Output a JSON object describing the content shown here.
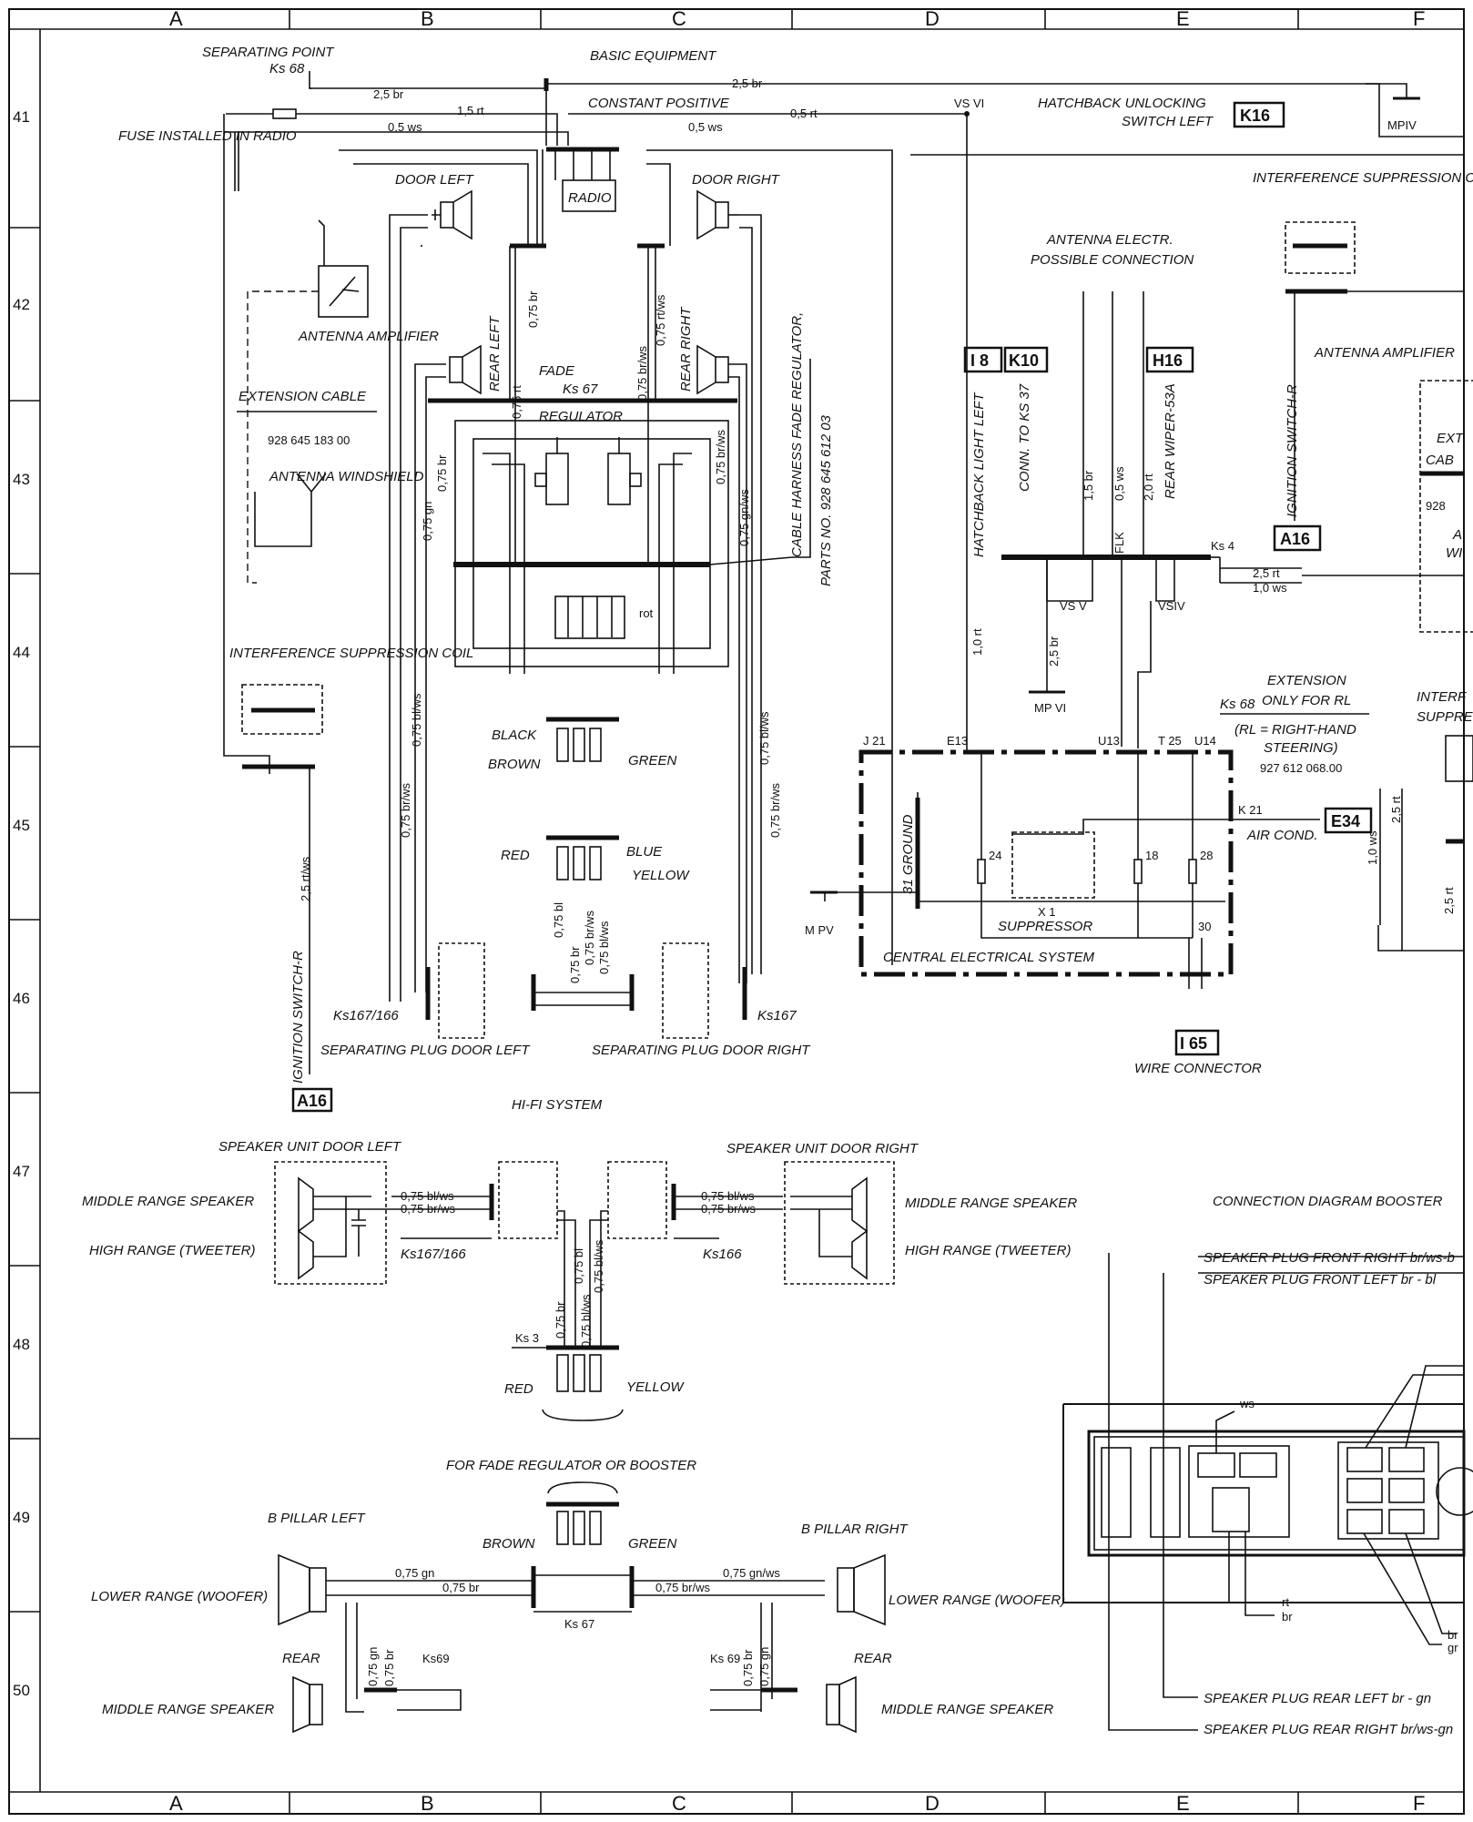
{
  "grid": {
    "columns": [
      "A",
      "B",
      "C",
      "D",
      "E",
      "F"
    ],
    "rows": [
      "41",
      "42",
      "43",
      "44",
      "45",
      "46",
      "47",
      "48",
      "49",
      "50"
    ]
  },
  "top": {
    "separating_point": "SEPARATING POINT",
    "ks68": "Ks 68",
    "basic_equipment": "BASIC EQUIPMENT",
    "constant_positive": "CONSTANT POSITIVE",
    "fuse_in_radio": "FUSE INSTALLED IN RADIO",
    "hatchback_unlocking": "HATCHBACK UNLOCKING",
    "switch_left": "SWITCH LEFT",
    "vsvi": "VS VI",
    "mpiv": "MPIV",
    "w_25br": "2,5 br",
    "w_15rt": "1,5 rt",
    "w_05ws": "0,5 ws",
    "w_25br_long": "2,5 br",
    "w_05ws_r": "0,5 ws",
    "w_05rt": "0,5 rt"
  },
  "radio_section": {
    "radio": "RADIO",
    "door_left": "DOOR LEFT",
    "door_right": "DOOR RIGHT",
    "antenna_amplifier": "ANTENNA AMPLIFIER",
    "extension_cable": "EXTENSION CABLE",
    "part_no": "928 645 183 00",
    "antenna_windshield": "ANTENNA WINDSHIELD",
    "interference_coil": "INTERFERENCE SUPPRESSION  COIL",
    "ignition_switch_r": "IGNITION SWITCH-R",
    "w_25rtws": "2,5 rt/ws",
    "rear_left": "REAR LEFT",
    "rear_right": "REAR RIGHT",
    "fade": "FADE",
    "ks67": "Ks 67",
    "regulator": "REGULATOR",
    "cable_harness": "CABLE HARNESS FADE REGULATOR,",
    "parts_no": "PARTS NO. 928 645 612 03",
    "rot": "rot",
    "black": "BLACK",
    "brown": "BROWN",
    "green": "GREEN",
    "red": "RED",
    "blue": "BLUE",
    "yellow": "YELLOW",
    "w_075br": "0,75 br",
    "w_075rt": "0,75 rt",
    "w_075gn": "0,75 gn",
    "w_075blws": "0,75 bl/ws",
    "w_075brws": "0,75 br/ws",
    "w_075rtws": "0,75 rt/ws",
    "w_075gnws": "0,75 gn/ws",
    "w_075bl": "0,75 bl",
    "ks167_166": "Ks167/166",
    "ks167": "Ks167",
    "sep_plug_left": "SEPARATING PLUG DOOR LEFT",
    "sep_plug_right": "SEPARATING PLUG  DOOR RIGHT",
    "a16": "A16"
  },
  "right_section": {
    "interference_coil": "INTERFERENCE SUPPRESSION COIL",
    "antenna_electr": "ANTENNA ELECTR.",
    "possible_connection": "POSSIBLE CONNECTION",
    "antenna_amplifier": "ANTENNA AMPLIFIER",
    "i8": "I 8",
    "k10": "K10",
    "h16": "H16",
    "k16": "K16",
    "hatchback_light_left": "HATCHBACK LIGHT LEFT",
    "conn_ks37": "CONN. TO KS 37",
    "rear_wiper": "REAR WIPER-53A",
    "ignition_switch_r": "IGNITION SWITCH-R",
    "a16": "A16",
    "flk": "FLK",
    "w_15br": "1,5 br",
    "w_05ws": "0,5 ws",
    "w_20rt": "2,0 rt",
    "ks4": "Ks 4",
    "w_25rt": "2,5 rt",
    "w_10ws": "1,0 ws",
    "vsv": "VS V",
    "vsiv": "VSIV",
    "w_25br": "2,5 br",
    "mpvi": "MP VI",
    "w_10rt": "1,0 rt",
    "extension": "EXTENSION",
    "only_rl": "ONLY FOR RL",
    "ks68": "Ks 68",
    "rl_note1": "(RL = RIGHT-HAND",
    "rl_note2": "STEERING)",
    "part_no": "927 612 068.00",
    "j21": "J 21",
    "e13": "E13",
    "u13": "U13",
    "t25": "T 25",
    "u14": "U14",
    "k21": "K 21",
    "e34": "E34",
    "air_cond": "AIR COND.",
    "ground": "31 GROUND",
    "mpv": "M PV",
    "pin24": "24",
    "pin18": "18",
    "pin28": "28",
    "pin30": "30",
    "x1": "X 1",
    "suppressor": "SUPPRESSOR",
    "central": "CENTRAL ELECTRICAL SYSTEM",
    "i65": "I 65",
    "wire_connector": "WIRE CONNECTOR",
    "w_10ws_v": "1,0 ws",
    "w_25rt_v": "2,5 rt",
    "w_25rt_v2": "2,5 rt",
    "ext_trunc": "EXT",
    "cab_trunc": "CAB",
    "n928_trunc": "928",
    "interf_trunc": "INTERF",
    "suppres_trunc": "SUPPRES",
    "wi_trunc": "WI",
    "a_trunc": "A"
  },
  "hifi": {
    "title": "HI-FI SYSTEM",
    "unit_left": "SPEAKER UNIT DOOR LEFT",
    "unit_right": "SPEAKER UNIT DOOR RIGHT",
    "middle_range": "MIDDLE RANGE SPEAKER",
    "high_range": "HIGH RANGE (TWEETER)",
    "w_075blws": "0,75 bl/ws",
    "w_075brws": "0,75 br/ws",
    "ks167_166": "Ks167/166",
    "ks166": "Ks166",
    "w_075bl": "0,75 bl",
    "w_075br": "0,75 br",
    "ks3": "Ks 3",
    "red": "RED",
    "yellow": "YELLOW",
    "for_fade": "FOR FADE REGULATOR OR BOOSTER",
    "b_pillar_left": "B PILLAR LEFT",
    "b_pillar_right": "B PILLAR RIGHT",
    "brown": "BROWN",
    "green": "GREEN",
    "lower_range": "LOWER RANGE (WOOFER)",
    "w_075gn": "0,75 gn",
    "w_075gnws": "0,75 gn/ws",
    "ks67": "Ks 67",
    "rear": "REAR",
    "ks69": "Ks69",
    "ks69r": "Ks 69"
  },
  "booster": {
    "title": "CONNECTION DIAGRAM BOOSTER",
    "front_right": "SPEAKER PLUG FRONT RIGHT  br/ws-b",
    "front_left": "SPEAKER PLUG FRONT LEFT   br - bl",
    "rear_left": "SPEAKER PLUG REAR LEFT   br - gn",
    "rear_right": "SPEAKER PLUG REAR RIGHT  br/ws-gn",
    "ws": "ws",
    "rt": "rt",
    "br": "br",
    "br2": "br",
    "gr": "gr"
  }
}
